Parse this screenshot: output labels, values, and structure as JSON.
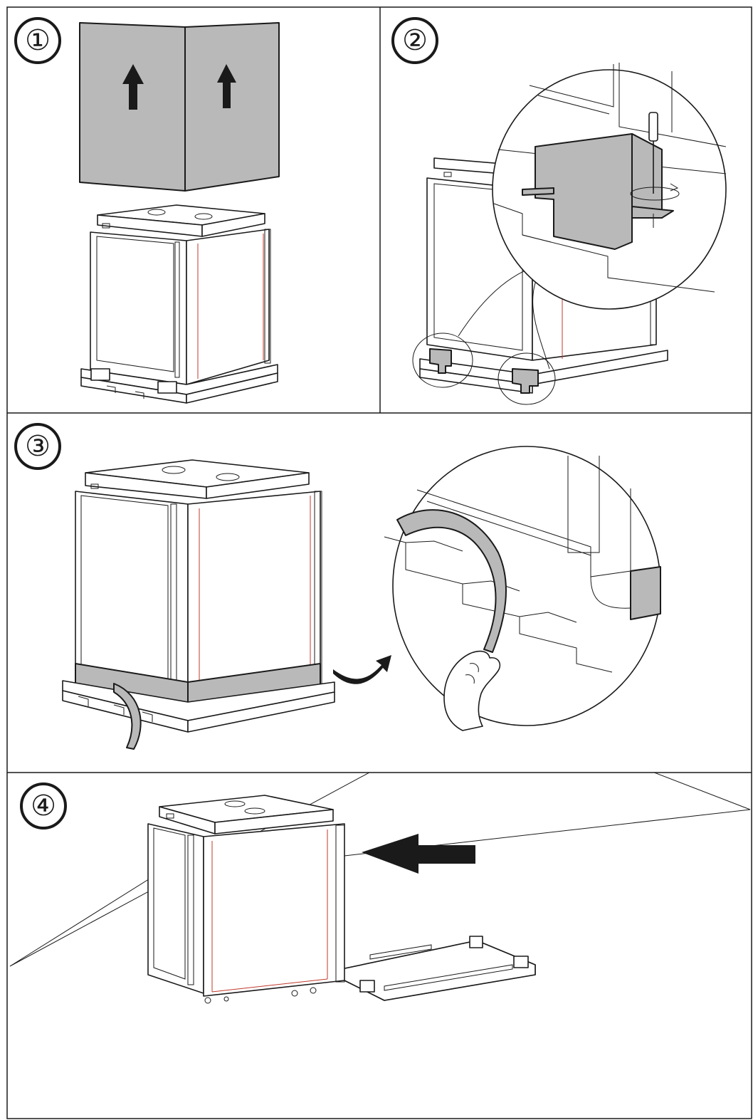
{
  "steps": [
    {
      "number": "①",
      "icon": "remove-carton-upward-icon"
    },
    {
      "number": "②",
      "icon": "unscrew-corner-brackets-icon"
    },
    {
      "number": "③",
      "icon": "peel-off-base-strip-icon"
    },
    {
      "number": "④",
      "icon": "slide-cabinet-off-pallet-icon"
    }
  ],
  "colors": {
    "line": "#1a1a1a",
    "fill_gray": "#b9b9b9",
    "trim_red": "#c0392b",
    "background": "#ffffff"
  }
}
